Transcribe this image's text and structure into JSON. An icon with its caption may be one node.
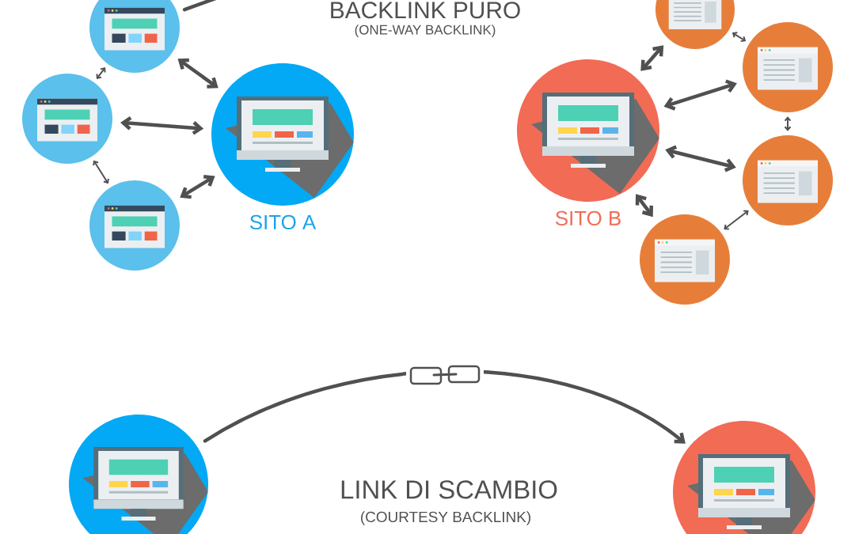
{
  "diagram": {
    "nodes": [
      {
        "text": [
          "SITO A"
        ]
      },
      {
        "text": [],
        "shape": "circle"
      },
      {
        "text": [],
        "shape": "circle"
      },
      {
        "text": [],
        "shape": "circle"
      },
      {
        "text": [
          "SITO B"
        ]
      },
      {
        "text": [],
        "shape": "circle"
      },
      {
        "text": [],
        "shape": "circle"
      },
      {
        "text": [],
        "shape": "circle"
      },
      {
        "text": [],
        "shape": "circle"
      },
      {
        "text": [],
        "shape": "circle"
      },
      {
        "text": [],
        "shape": "circle"
      }
    ],
    "edges": [
      {
        "from": 1,
        "to": null,
        "arrow": "none"
      },
      {
        "from": 1,
        "to": 0,
        "arrow": "both"
      },
      {
        "from": 2,
        "to": 0,
        "arrow": "both"
      },
      {
        "from": 3,
        "to": 0,
        "arrow": "both"
      },
      {
        "from": 1,
        "to": 2,
        "arrow": "both"
      },
      {
        "from": 2,
        "to": 3,
        "arrow": "both"
      },
      {
        "from": 4,
        "to": 5,
        "arrow": "both"
      },
      {
        "from": 4,
        "to": 6,
        "arrow": "both"
      },
      {
        "from": 4,
        "to": 7,
        "arrow": "both"
      },
      {
        "from": 4,
        "to": 8,
        "arrow": "both"
      },
      {
        "from": 5,
        "to": 6,
        "arrow": "both"
      },
      {
        "from": 6,
        "to": 7,
        "arrow": "both"
      },
      {
        "from": 7,
        "to": 8,
        "arrow": "both"
      },
      {
        "from": 9,
        "to": 10,
        "arrow": "to"
      }
    ],
    "labels": [
      "BACKLINK PURO",
      "(ONE-WAY BACKLINK)",
      "LINK DI SCAMBIO",
      "(COURTESY BACKLINK)"
    ]
  }
}
